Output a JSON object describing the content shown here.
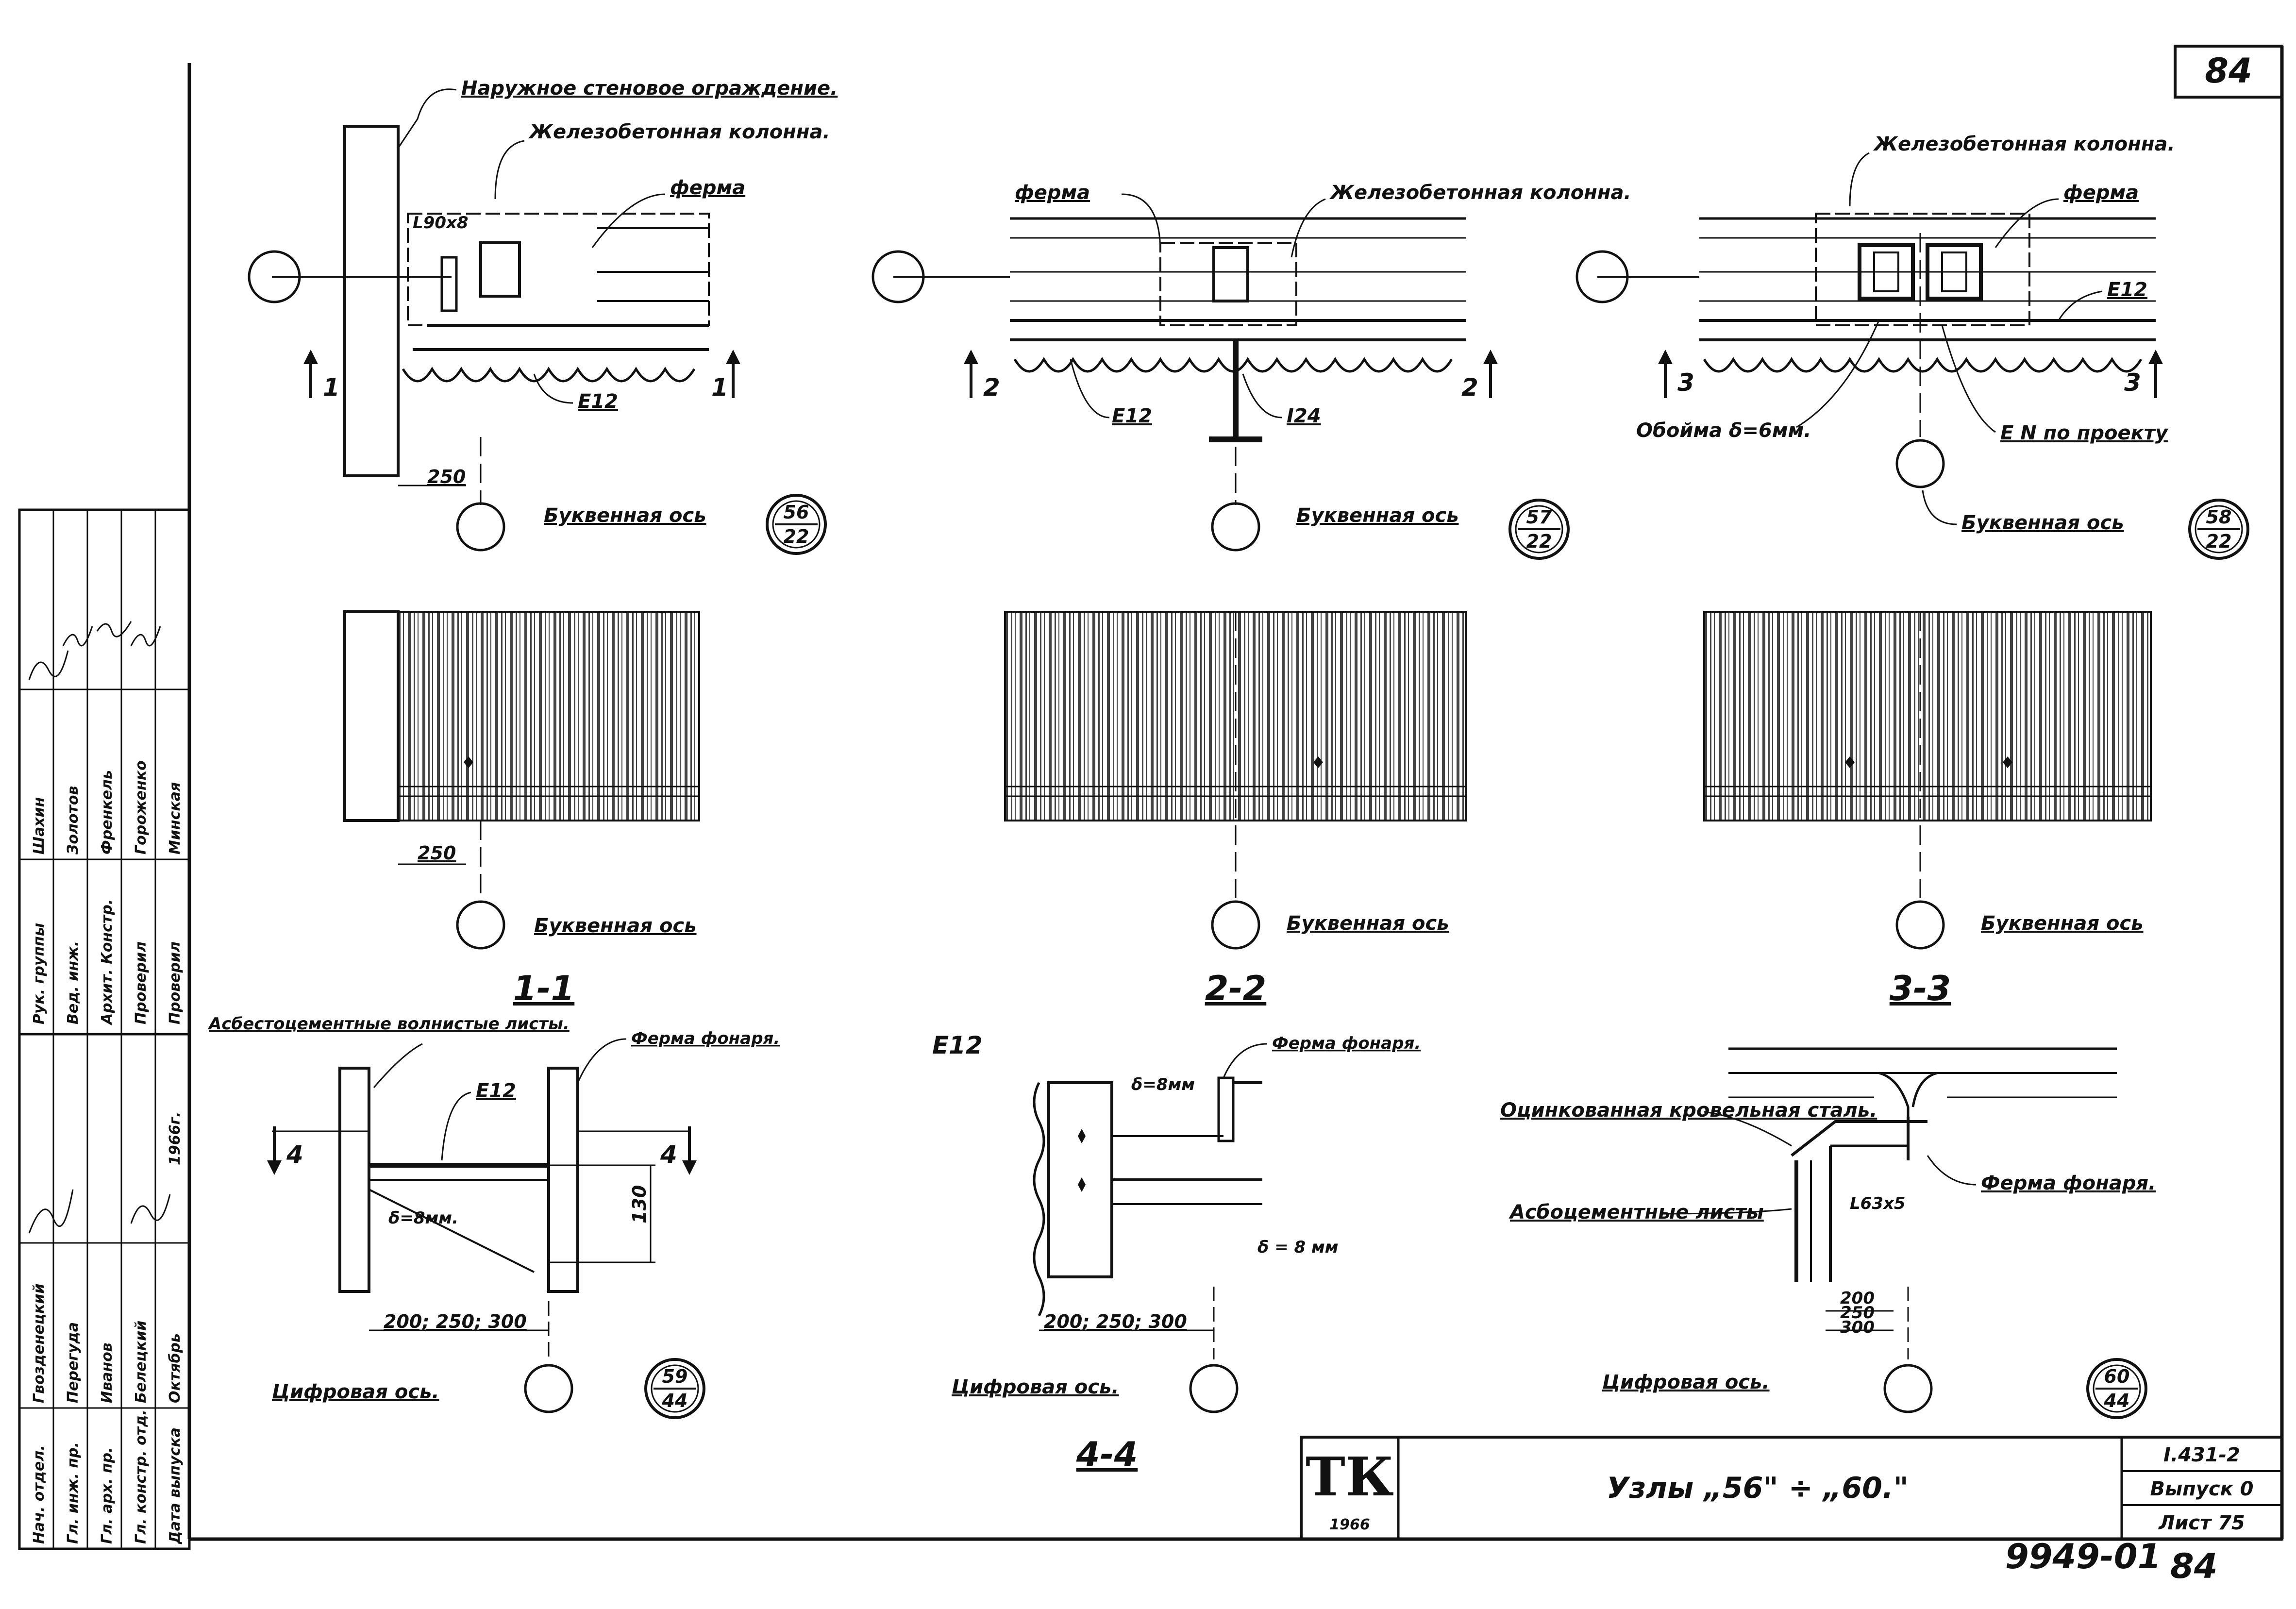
{
  "sheet": {
    "page_number_top": "84",
    "archive_number": "9949-01",
    "page_number_bottom": "84"
  },
  "labels": {
    "outer_wall": "Наружное стеновое ограждение.",
    "rc_column": "Железобетонная колонна.",
    "truss": "ферма",
    "angle_90": "L90x8",
    "channel_12": "Е12",
    "i_beam_24": "I24",
    "letter_axis": "Буквенная ось",
    "numeric_axis": "Цифровая ось.",
    "clip": "Обойма δ=6мм.",
    "channel_by_project": "Е N по проекту",
    "asbestos_sheets": "Асбестоцементные волнистые листы.",
    "lantern_truss": "Ферма фонаря.",
    "galvanized_steel": "Оцинкованная кровельная сталь.",
    "asbestos_sheets_short": "Асбоцементные листы",
    "angle_63": "L63x5",
    "plate_8": "δ=8мм.",
    "plate_8_alt": "δ=8мм",
    "plate_8_free": "δ = 8 мм"
  },
  "dims": {
    "d250": "250",
    "d130": "130",
    "d200_250_300": "200; 250; 300",
    "d_stack_200": "200",
    "d_stack_250": "250",
    "d_stack_300": "300"
  },
  "section_marks": {
    "s1": "1",
    "s2": "2",
    "s3": "3",
    "s4": "4"
  },
  "section_titles": {
    "t11": "1-1",
    "t22": "2-2",
    "t33": "3-3",
    "t44": "4-4"
  },
  "node_refs": [
    {
      "top": "56",
      "bottom": "22"
    },
    {
      "top": "57",
      "bottom": "22"
    },
    {
      "top": "58",
      "bottom": "22"
    },
    {
      "top": "59",
      "bottom": "44"
    },
    {
      "top": "60",
      "bottom": "44"
    }
  ],
  "title_block": {
    "logo": "ТК",
    "logo_year": "1966",
    "title": "Узлы „56\" ÷ „60.\"",
    "series": "I.431-2",
    "issue": "Выпуск 0",
    "sheet": "Лист 75"
  },
  "stamp": {
    "roles_left": [
      "Нач. отдел.",
      "Гл. инж. пр.",
      "Гл. арх. пр.",
      "Гл. констр. отд.",
      "Дата выпуска"
    ],
    "names_left": [
      "Гвозденецкий",
      "Перегуда",
      "Иванов",
      "Белецкий",
      "Октябрь"
    ],
    "year": "1966г.",
    "roles_right": [
      "Рук. группы",
      "Вед. инж.",
      "Архит. Констр.",
      "Проверил",
      "Проверил"
    ],
    "names_right": [
      "Шахин",
      "Золотов",
      "Френкель",
      "Гороженко",
      "Минская"
    ]
  },
  "colors": {
    "ink": "#111111",
    "paper": "#ffffff"
  }
}
